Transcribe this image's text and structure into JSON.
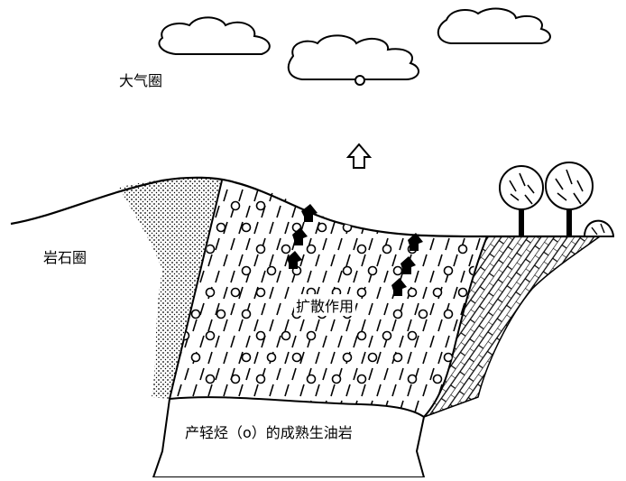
{
  "labels": {
    "atmosphere": "大气圈",
    "lithosphere": "岩石圈",
    "diffusion": "扩散作用",
    "source_rock": "产轻烃（o）的成熟生油岩"
  },
  "colors": {
    "ink": "#000000",
    "paper": "#ffffff"
  },
  "icons": [
    "cloud-icon",
    "up-arrow-icon",
    "tree-icon",
    "bush-icon",
    "hydrocarbon-bubble-icon"
  ]
}
